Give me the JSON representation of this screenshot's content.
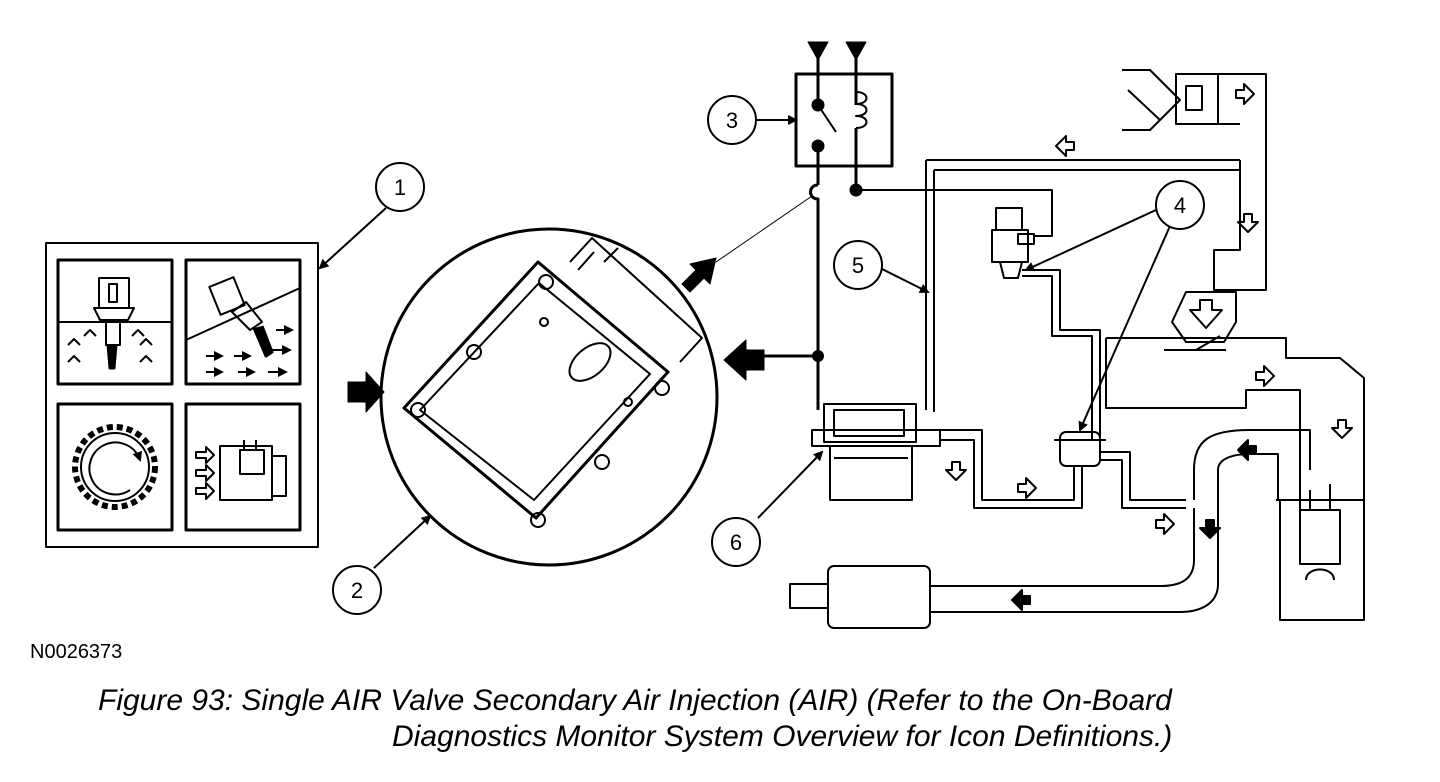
{
  "callouts": [
    "1",
    "2",
    "3",
    "4",
    "5",
    "6"
  ],
  "reference_code": "N0026373",
  "caption": {
    "line1": "Figure 93: Single AIR Valve Secondary Air Injection (AIR) (Refer to the On-Board",
    "line2": "Diagnostics Monitor System Overview for Icon Definitions.)"
  },
  "icons": {
    "panel": [
      "oxygen-sensor-in-liquid-icon",
      "sensor-in-airflow-icon",
      "crank-wheel-icon",
      "mass-airflow-sensor-icon"
    ]
  },
  "colors": {
    "ink": "#000000",
    "paper": "#ffffff"
  }
}
